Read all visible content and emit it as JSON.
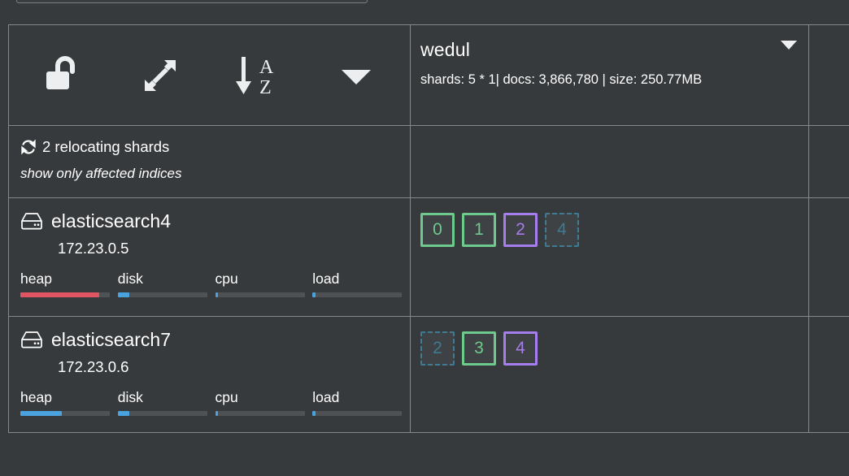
{
  "toolbar": {
    "buttons": [
      {
        "name": "unlock-button",
        "icon": "unlock-icon",
        "label": "unlock"
      },
      {
        "name": "expand-button",
        "icon": "expand-arrows-icon",
        "label": "expand"
      },
      {
        "name": "sort-az-button",
        "icon": "sort-alpha-down-icon",
        "label": "sort A-Z",
        "letter_top": "A",
        "letter_bottom": "Z"
      },
      {
        "name": "filter-dropdown",
        "icon": "caret-down-icon",
        "label": "more"
      }
    ]
  },
  "index": {
    "name": "wedul",
    "meta": "shards: 5 * 1| docs: 3,866,780 | size: 250.77MB",
    "shards_label": "shards: 5 * 1",
    "docs_label": "docs: 3,866,780",
    "size_label": "size: 250.77MB",
    "caret_icon": "caret-down-icon"
  },
  "status": {
    "icon": "refresh-icon",
    "text": "2 relocating shards",
    "link": "show only affected indices"
  },
  "nodes": [
    {
      "icon": "hard-drive-icon",
      "name": "elasticsearch4",
      "ip": "172.23.0.5",
      "metrics": [
        {
          "label": "heap",
          "percent": 88,
          "color": "#e05561"
        },
        {
          "label": "disk",
          "percent": 13,
          "color": "#4aa3df"
        },
        {
          "label": "cpu",
          "percent": 3,
          "color": "#4aa3df"
        },
        {
          "label": "load",
          "percent": 3,
          "color": "#4aa3df"
        }
      ],
      "shards": [
        {
          "id": "0",
          "state": "started-primary"
        },
        {
          "id": "1",
          "state": "started-primary"
        },
        {
          "id": "2",
          "state": "started-replica"
        },
        {
          "id": "4",
          "state": "relocating"
        }
      ]
    },
    {
      "icon": "hard-drive-icon",
      "name": "elasticsearch7",
      "ip": "172.23.0.6",
      "metrics": [
        {
          "label": "heap",
          "percent": 46,
          "color": "#4aa3df"
        },
        {
          "label": "disk",
          "percent": 13,
          "color": "#4aa3df"
        },
        {
          "label": "cpu",
          "percent": 3,
          "color": "#4aa3df"
        },
        {
          "label": "load",
          "percent": 3,
          "color": "#4aa3df"
        }
      ],
      "shards": [
        {
          "id": "2",
          "state": "relocating"
        },
        {
          "id": "3",
          "state": "started-primary"
        },
        {
          "id": "4",
          "state": "started-replica"
        }
      ]
    }
  ],
  "colors": {
    "background": "#373a3c",
    "border": "#86898c",
    "primary_shard": "#6dca8c",
    "replica_shard": "#a57ded",
    "relocating_shard": "#3f7b92",
    "heap_danger": "#e05561",
    "metric_normal": "#4aa3df",
    "track": "#4e5255"
  }
}
